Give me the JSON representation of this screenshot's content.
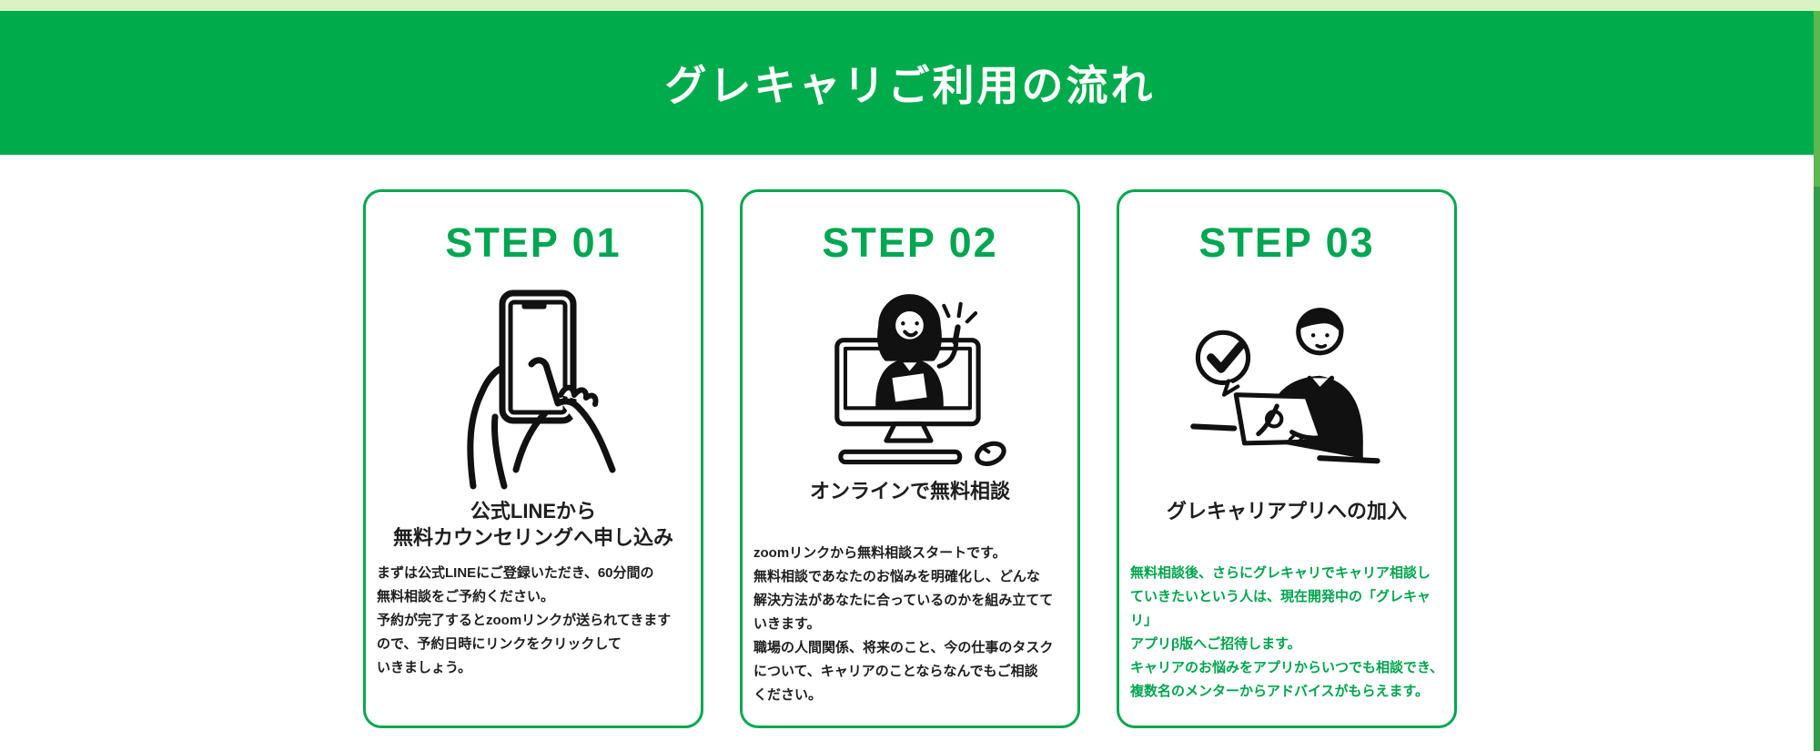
{
  "colors": {
    "top_strip_bg": "#d9f3c3",
    "header_bg": "#00ab4c",
    "header_text": "#ffffff",
    "accent_green": "#00a651",
    "card_border": "#00a84e",
    "body_text": "#1e1e1e",
    "step3_body_text": "#00a54d",
    "scrollbar_track": "#5db84f",
    "scrollbar_thumb": "#389a4d"
  },
  "header": {
    "title": "グレキャリご利用の流れ"
  },
  "steps": [
    {
      "label": "STEP 01",
      "illustration": "hand-tapping-smartphone-illustration",
      "title": "公式LINEから\n無料カウンセリングへ申し込み",
      "body": "まずは公式LINEにご登録いただき、60分間の\n無料相談をご予約ください。\n予約が完了するとzoomリンクが送られてきます\nので、予約日時にリンクをクリックして\nいきましょう。",
      "body_color": "#1e1e1e"
    },
    {
      "label": "STEP 02",
      "illustration": "online-consultation-monitor-illustration",
      "title": "オンラインで無料相談",
      "body": "zoomリンクから無料相談スタートです。\n無料相談であなたのお悩みを明確化し、どんな\n解決方法があなたに合っているのかを組み立てて\nいきます。\n職場の人間関係、将来のこと、今の仕事のタスク\nについて、キャリアのことならなんでもご相談\nください。",
      "body_color": "#1e1e1e"
    },
    {
      "label": "STEP 03",
      "illustration": "man-laptop-checkmark-illustration",
      "title": "グレキャリアプリへの加入",
      "body": "無料相談後、さらにグレキャリでキャリア相談し\nていきたいという人は、現在開発中の「グレキャリ」\nアプリβ版へご招待します。\nキャリアのお悩みをアプリからいつでも相談でき、\n複数名のメンターからアドバイスがもらえます。",
      "body_color": "#00a54d"
    }
  ]
}
